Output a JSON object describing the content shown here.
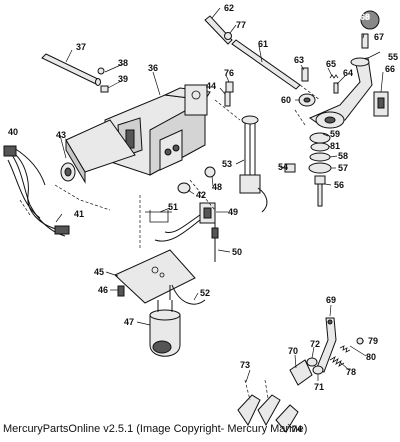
{
  "diagram": {
    "callouts": {
      "c36": "36",
      "c37": "37",
      "c38": "38",
      "c39": "39",
      "c40": "40",
      "c41": "41",
      "c42": "42",
      "c43": "43",
      "c44": "44",
      "c45": "45",
      "c46": "46",
      "c47": "47",
      "c48": "48",
      "c49": "49",
      "c50": "50",
      "c51": "51",
      "c52": "52",
      "c53": "53",
      "c54": "54",
      "c55": "55",
      "c56": "56",
      "c57": "57",
      "c58": "58",
      "c59": "59",
      "c60": "60",
      "c61": "61",
      "c62": "62",
      "c63": "63",
      "c64": "64",
      "c65": "65",
      "c66": "66",
      "c67": "67",
      "c68": "68",
      "c69": "69",
      "c70": "70",
      "c71": "71",
      "c72": "72",
      "c73": "73",
      "c74": "74",
      "c76": "76",
      "c77": "77",
      "c78": "78",
      "c79": "79",
      "c80": "80",
      "c81": "81"
    }
  },
  "footer": {
    "caption": "MercuryPartsOnline v2.5.1 (Image Copyright- Mercury Marine)"
  }
}
